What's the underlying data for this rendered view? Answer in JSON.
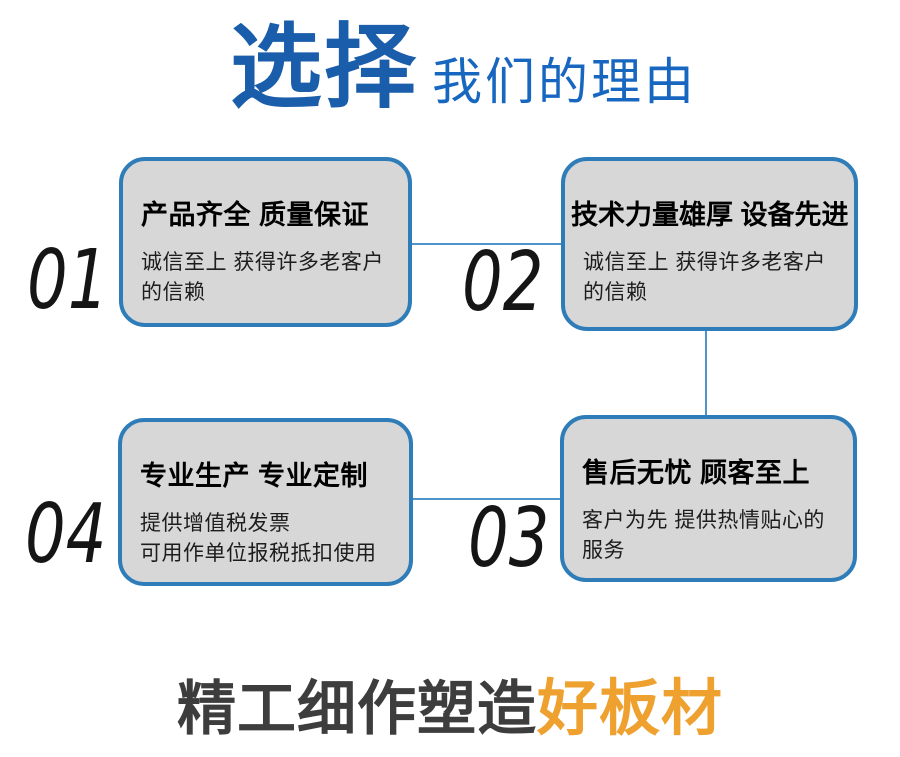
{
  "header": {
    "title_accent": "选择",
    "title_rest": "我们的理由"
  },
  "cards": [
    {
      "number": "01",
      "title": "产品齐全 质量保证",
      "body_line1": "诚信至上 获得许多老客户",
      "body_line2": "的信赖"
    },
    {
      "number": "02",
      "title": "技术力量雄厚 设备先进",
      "body_line1": "诚信至上 获得许多老客户",
      "body_line2": "的信赖"
    },
    {
      "number": "03",
      "title": "售后无忧 顾客至上",
      "body_line1": "客户为先 提供热情贴心的",
      "body_line2": "服务"
    },
    {
      "number": "04",
      "title": "专业生产 专业定制",
      "body_line1": "提供增值税发票",
      "body_line2": "可用作单位报税抵扣使用"
    }
  ],
  "footer": {
    "title_main": "精工细作塑造",
    "title_accent": "好板材"
  },
  "colors": {
    "title_blue_heavy": "#1a5dab",
    "title_blue_light": "#1767c0",
    "card_border": "#2e7cb8",
    "card_bg": "#d7d7d7",
    "connector": "#4e95cd",
    "number_color": "#151515",
    "footer_dark": "#3d3d3d",
    "footer_orange": "#eea12f"
  }
}
